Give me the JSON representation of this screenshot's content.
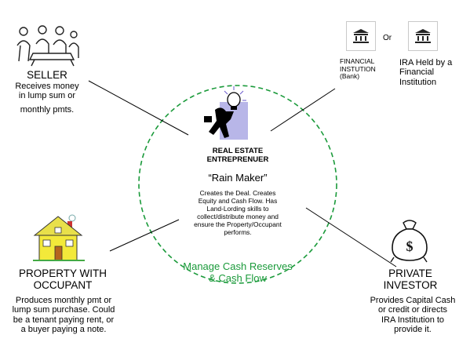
{
  "seller": {
    "title": "SELLER",
    "desc1": "Receives money\nin lump sum or",
    "desc2": "monthly pmts."
  },
  "financial": {
    "or_label": "Or",
    "bank_label": "FINANCIAL\nINSTUTION\n(Bank)",
    "ira_label": "IRA Held by a\nFinancial\nInstitution"
  },
  "entrepreneur": {
    "title": "REAL ESTATE\nENTREPRENUER",
    "nickname": "“Rain Maker”",
    "desc": "Creates the Deal.  Creates\nEquity and Cash Flow.  Has\nLand-Lording skills to\ncollect/distribute money and\nensure the Property/Occupant\nperforms."
  },
  "cash_flow": {
    "label": "Manage Cash Reserves\n& Cash Flow",
    "color": "#1a9a3a"
  },
  "property": {
    "title": "PROPERTY WITH\nOCCUPANT",
    "desc": "Produces monthly pmt or\nlump sum purchase. Could\nbe a tenant paying rent, or\na buyer paying a note."
  },
  "investor": {
    "title": "PRIVATE\nINVESTOR",
    "desc": "Provides Capital Cash\nor credit or directs\nIRA Institution to\nprovide it."
  },
  "icons": {
    "sellers": "people-meeting-icon",
    "bank": "bank-building-icon",
    "ira": "bank-building-icon",
    "entrepreneur": "man-with-lightbulb-icon",
    "house": "house-icon",
    "investor": "money-bag-icon"
  }
}
